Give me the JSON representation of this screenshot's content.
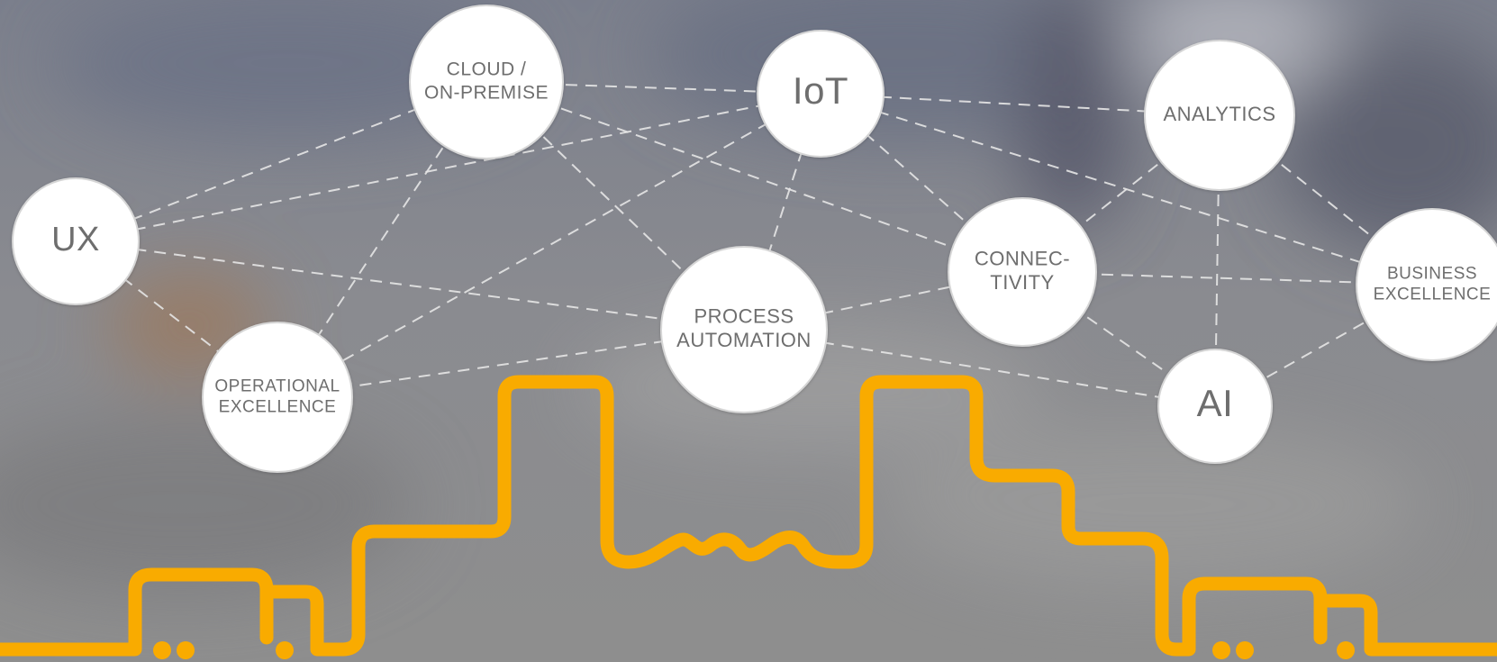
{
  "colors": {
    "node_fill": "#ffffff",
    "node_text": "#6e6e6e",
    "link_stroke": "#e6e6e6",
    "skyline": "#f9ab00",
    "bg_top": "#7b7f8c",
    "bg_bottom": "#8e8e8e"
  },
  "nodes": [
    {
      "id": "cloud",
      "lines": [
        "CLOUD /",
        "ON-PREMISE"
      ]
    },
    {
      "id": "iot",
      "lines": [
        "IoT"
      ]
    },
    {
      "id": "analytics",
      "lines": [
        "ANALYTICS"
      ]
    },
    {
      "id": "ux",
      "lines": [
        "UX"
      ]
    },
    {
      "id": "process",
      "lines": [
        "PROCESS",
        "AUTOMATION"
      ]
    },
    {
      "id": "connectivity",
      "lines": [
        "CONNEC-",
        "TIVITY"
      ]
    },
    {
      "id": "business",
      "lines": [
        "BUSINESS",
        "EXCELLENCE"
      ]
    },
    {
      "id": "operational",
      "lines": [
        "OPERATIONAL",
        "EXCELLENCE"
      ]
    },
    {
      "id": "ai",
      "lines": [
        "AI"
      ]
    }
  ],
  "links": [
    [
      "ux",
      "cloud"
    ],
    [
      "ux",
      "iot"
    ],
    [
      "ux",
      "process"
    ],
    [
      "ux",
      "operational"
    ],
    [
      "cloud",
      "iot"
    ],
    [
      "cloud",
      "process"
    ],
    [
      "cloud",
      "connectivity"
    ],
    [
      "cloud",
      "operational"
    ],
    [
      "iot",
      "analytics"
    ],
    [
      "iot",
      "process"
    ],
    [
      "iot",
      "connectivity"
    ],
    [
      "iot",
      "operational"
    ],
    [
      "iot",
      "business"
    ],
    [
      "analytics",
      "connectivity"
    ],
    [
      "analytics",
      "business"
    ],
    [
      "analytics",
      "ai"
    ],
    [
      "process",
      "connectivity"
    ],
    [
      "process",
      "operational"
    ],
    [
      "process",
      "ai"
    ],
    [
      "connectivity",
      "business"
    ],
    [
      "connectivity",
      "ai"
    ],
    [
      "ai",
      "business"
    ]
  ]
}
